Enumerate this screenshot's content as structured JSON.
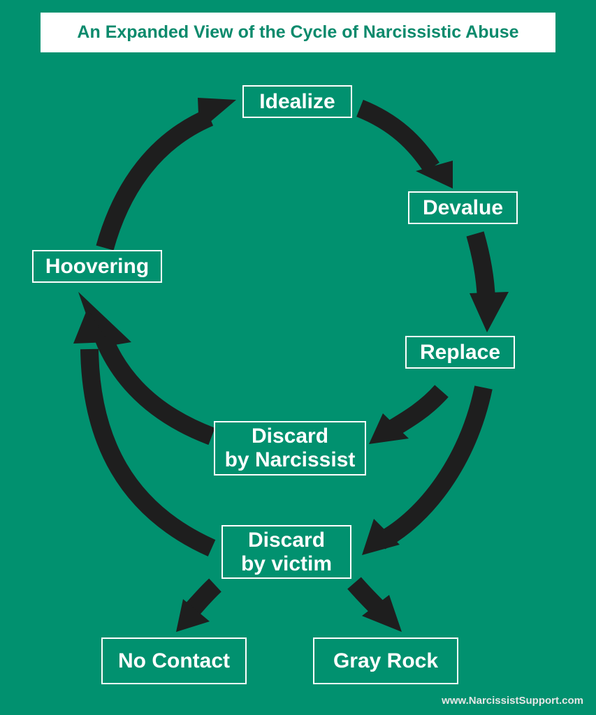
{
  "title": "An Expanded View of the Cycle of Narcissistic Abuse",
  "nodes": {
    "idealize": "Idealize",
    "devalue": "Devalue",
    "replace": "Replace",
    "discard_narcissist_line1": "Discard",
    "discard_narcissist_line2": "by Narcissist",
    "discard_victim_line1": "Discard",
    "discard_victim_line2": "by victim",
    "hoovering": "Hoovering",
    "no_contact": "No Contact",
    "gray_rock": "Gray Rock"
  },
  "footer": "www.NarcissistSupport.com",
  "colors": {
    "background": "#01916f",
    "arrow": "#1e1e1e",
    "title_text": "#0b8a6c",
    "node_border": "#ffffff"
  }
}
